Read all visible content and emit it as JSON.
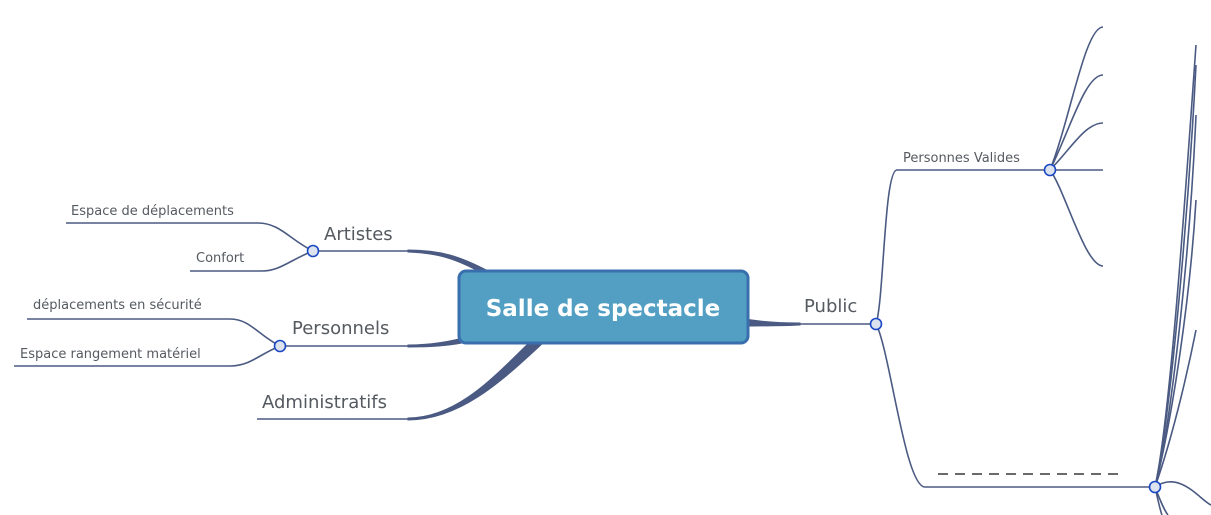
{
  "root": {
    "label": "Salle de spectacle",
    "fill": "#529fc3",
    "border": "#3a6fae"
  },
  "branches": {
    "artistes": {
      "label": "Artistes",
      "children": [
        "Espace de déplacements",
        "Confort"
      ]
    },
    "personnels": {
      "label": "Personnels",
      "children": [
        "déplacements en sécurité",
        "Espace rangement matériel"
      ]
    },
    "administratifs": {
      "label": "Administratifs"
    },
    "public": {
      "label": "Public",
      "children": [
        {
          "label": "Personnes Valides"
        }
      ]
    }
  },
  "colors": {
    "line": "#4a5a82",
    "node_stroke": "#1a47c4",
    "node_fill": "#dde3ee"
  }
}
